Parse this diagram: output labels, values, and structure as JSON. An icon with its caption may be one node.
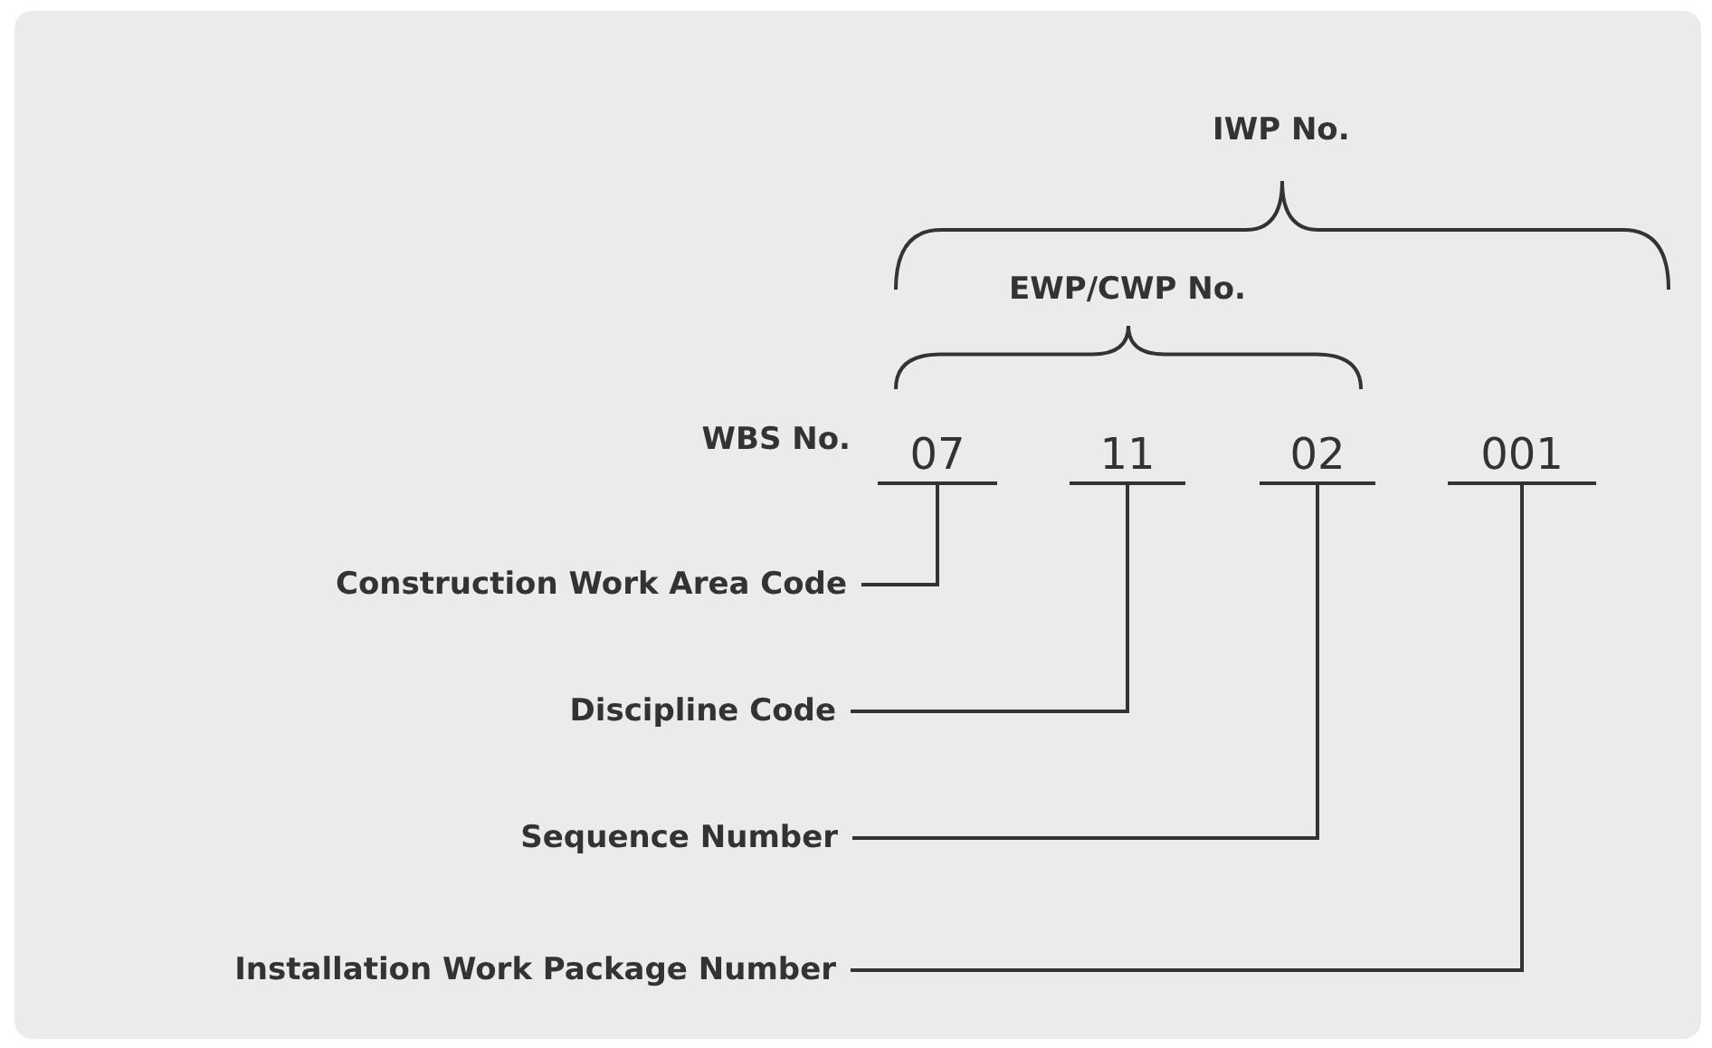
{
  "diagram": {
    "nodes": [
      {
        "text": [
          "07"
        ]
      },
      {
        "text": [
          "11"
        ]
      },
      {
        "text": [
          "02"
        ]
      },
      {
        "text": [
          "001"
        ]
      },
      {
        "text": [
          "Construction Work Area Code"
        ]
      },
      {
        "text": [
          "Discipline Code"
        ]
      },
      {
        "text": [
          "Sequence Number"
        ]
      },
      {
        "text": [
          "Installation Work Package Number"
        ]
      }
    ],
    "edges": [
      {
        "from": 4,
        "to": 0,
        "arrow": "none"
      },
      {
        "from": 5,
        "to": 1,
        "arrow": "none"
      },
      {
        "from": 6,
        "to": 2,
        "arrow": "none"
      },
      {
        "from": 7,
        "to": 3,
        "arrow": "none"
      }
    ],
    "labels": [
      "IWP No.",
      "EWP/CWP No.",
      "WBS No."
    ]
  }
}
